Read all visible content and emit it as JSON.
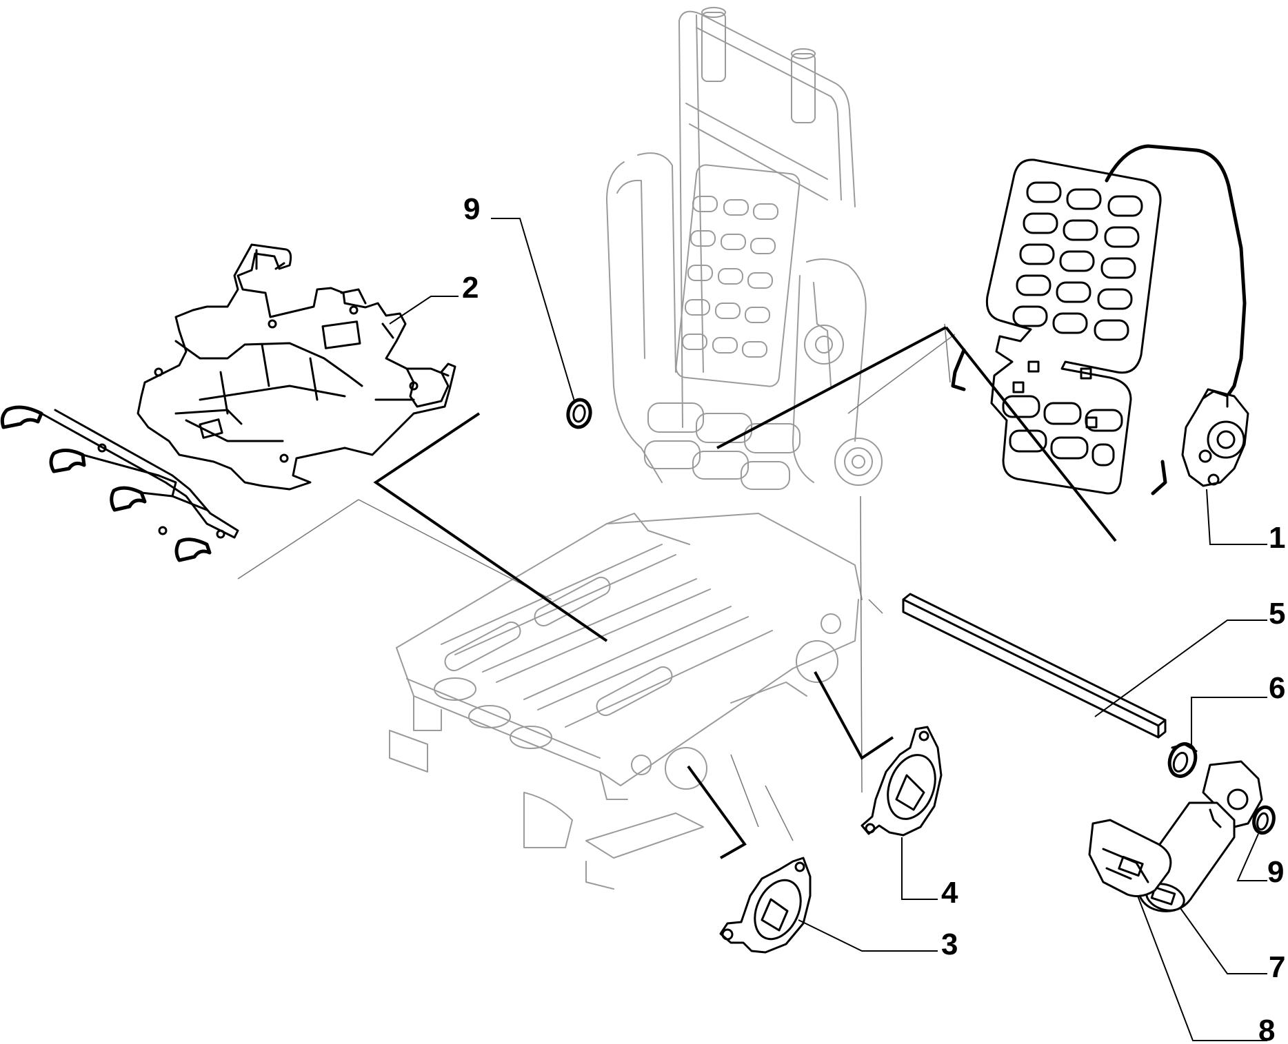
{
  "diagram": {
    "callouts": [
      {
        "id": "1",
        "label": "1"
      },
      {
        "id": "2",
        "label": "2"
      },
      {
        "id": "3",
        "label": "3"
      },
      {
        "id": "4",
        "label": "4"
      },
      {
        "id": "5",
        "label": "5"
      },
      {
        "id": "6",
        "label": "6"
      },
      {
        "id": "7",
        "label": "7"
      },
      {
        "id": "8",
        "label": "8"
      },
      {
        "id": "9a",
        "label": "9"
      },
      {
        "id": "9b",
        "label": "9"
      }
    ]
  }
}
